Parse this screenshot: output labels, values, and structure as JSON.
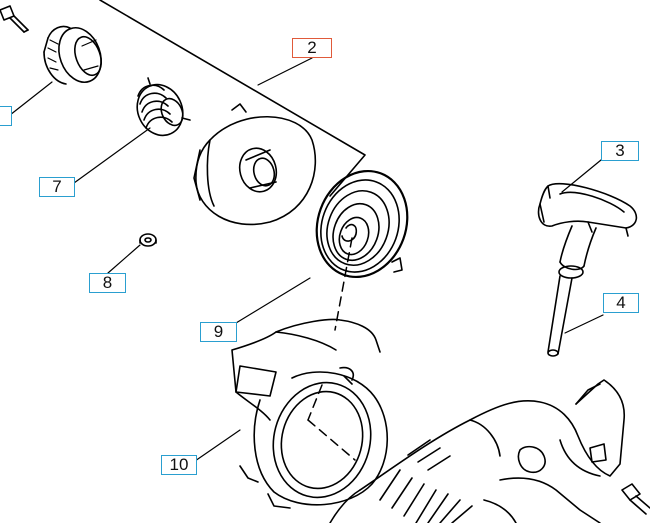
{
  "diagram": {
    "callouts": [
      {
        "id": "2",
        "label": "2",
        "highlighted": true
      },
      {
        "id": "3",
        "label": "3",
        "highlighted": false
      },
      {
        "id": "4",
        "label": "4",
        "highlighted": false
      },
      {
        "id": "7",
        "label": "7",
        "highlighted": false
      },
      {
        "id": "8",
        "label": "8",
        "highlighted": false
      },
      {
        "id": "9",
        "label": "9",
        "highlighted": false
      },
      {
        "id": "10",
        "label": "10",
        "highlighted": false
      }
    ],
    "colors": {
      "callout_border": "#2a9fd0",
      "callout_highlight": "#e05a3a",
      "line_art": "#000000",
      "background": "#ffffff"
    }
  }
}
